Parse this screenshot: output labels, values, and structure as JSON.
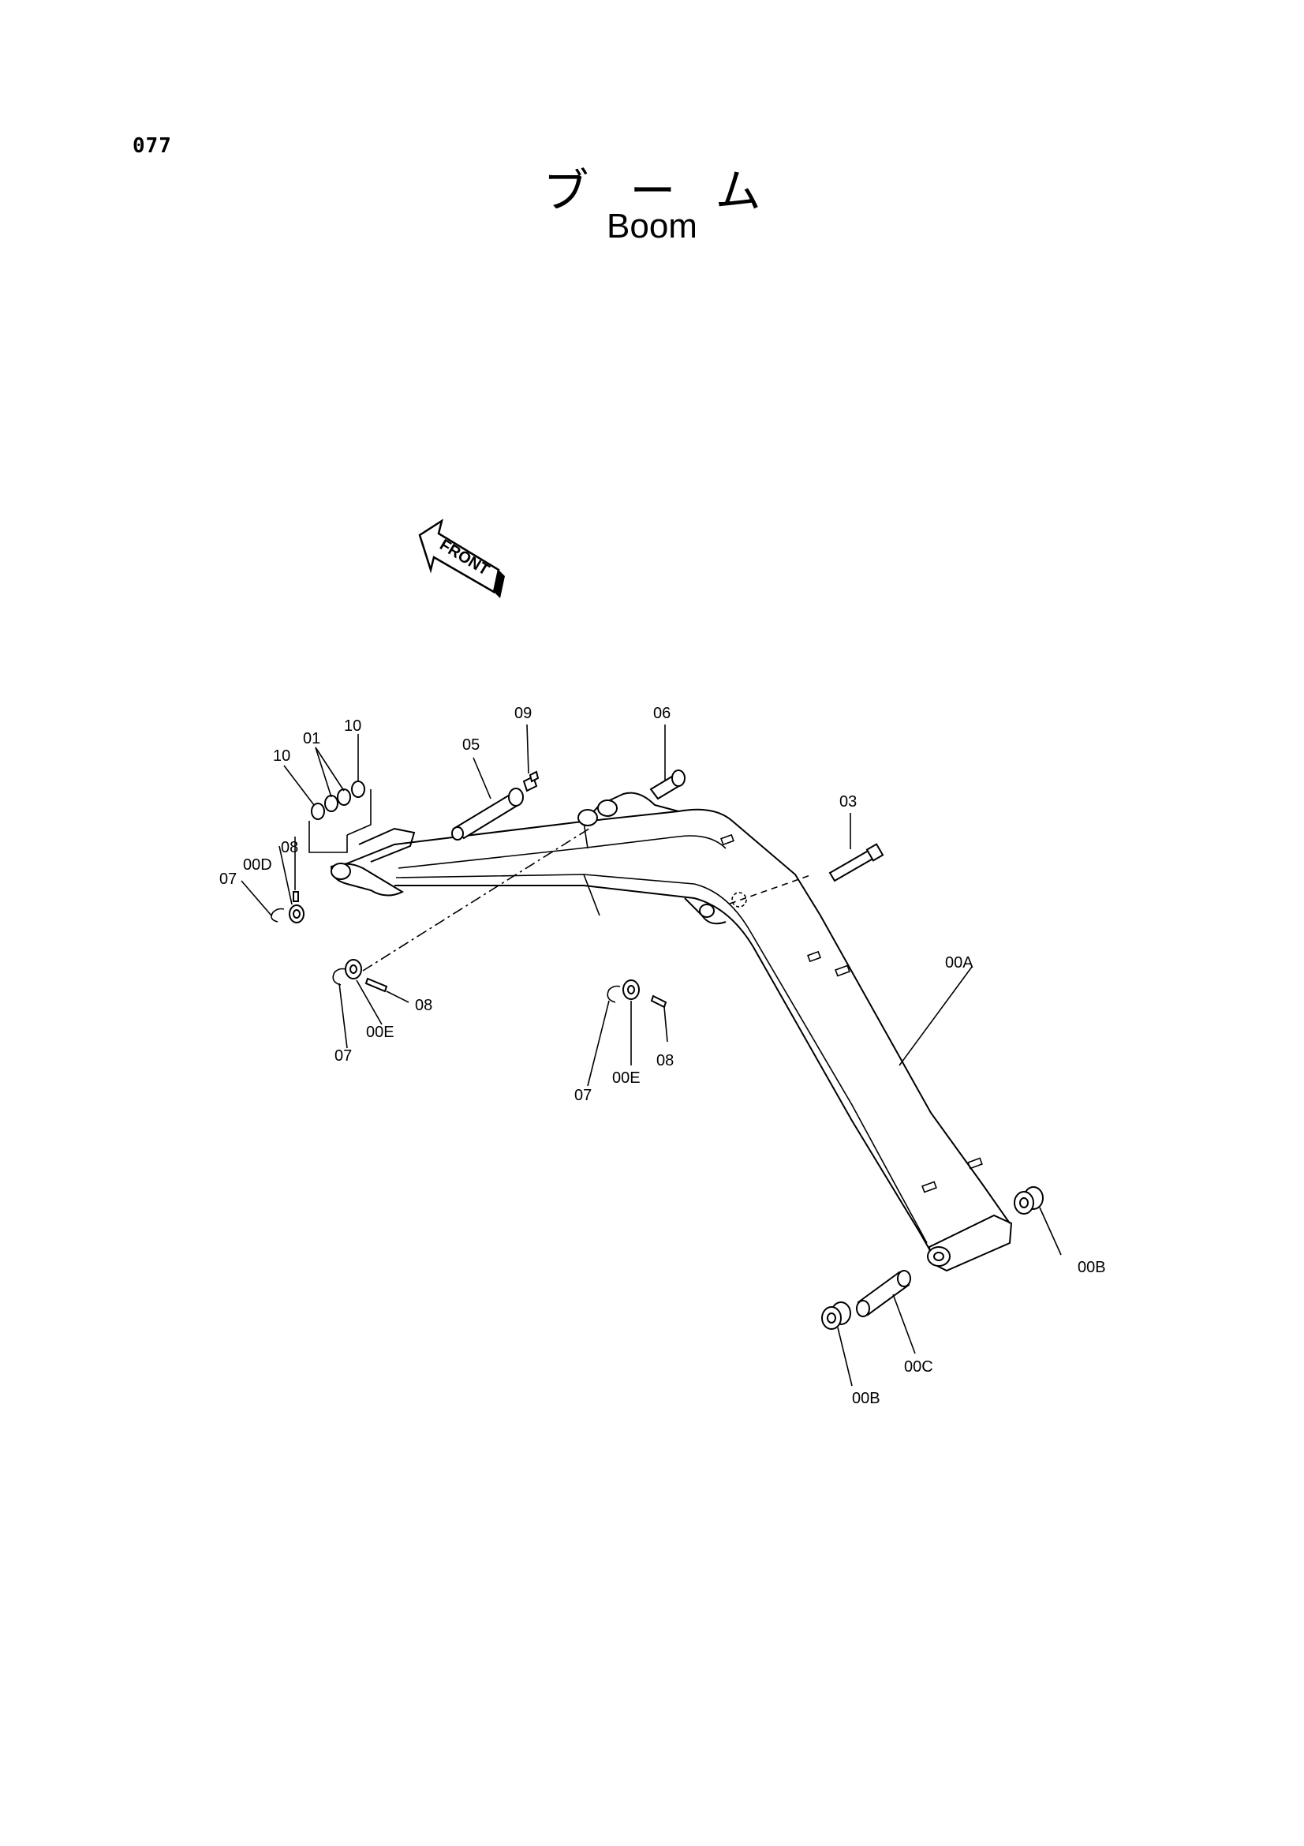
{
  "header": {
    "page_code": "077",
    "title_ja": "ブーム",
    "title_en": "Boom"
  },
  "direction_marker": "FRONT",
  "callouts": {
    "c01": "01",
    "c03": "03",
    "c05": "05",
    "c06": "06",
    "c07a": "07",
    "c07b": "07",
    "c07c": "07",
    "c08a": "08",
    "c08b": "08",
    "c08c": "08",
    "c09": "09",
    "c10a": "10",
    "c10b": "10",
    "c00A": "00A",
    "c00Ba": "00B",
    "c00Bb": "00B",
    "c00C": "00C",
    "c00D": "00D",
    "c00Ea": "00E",
    "c00Eb": "00E"
  }
}
